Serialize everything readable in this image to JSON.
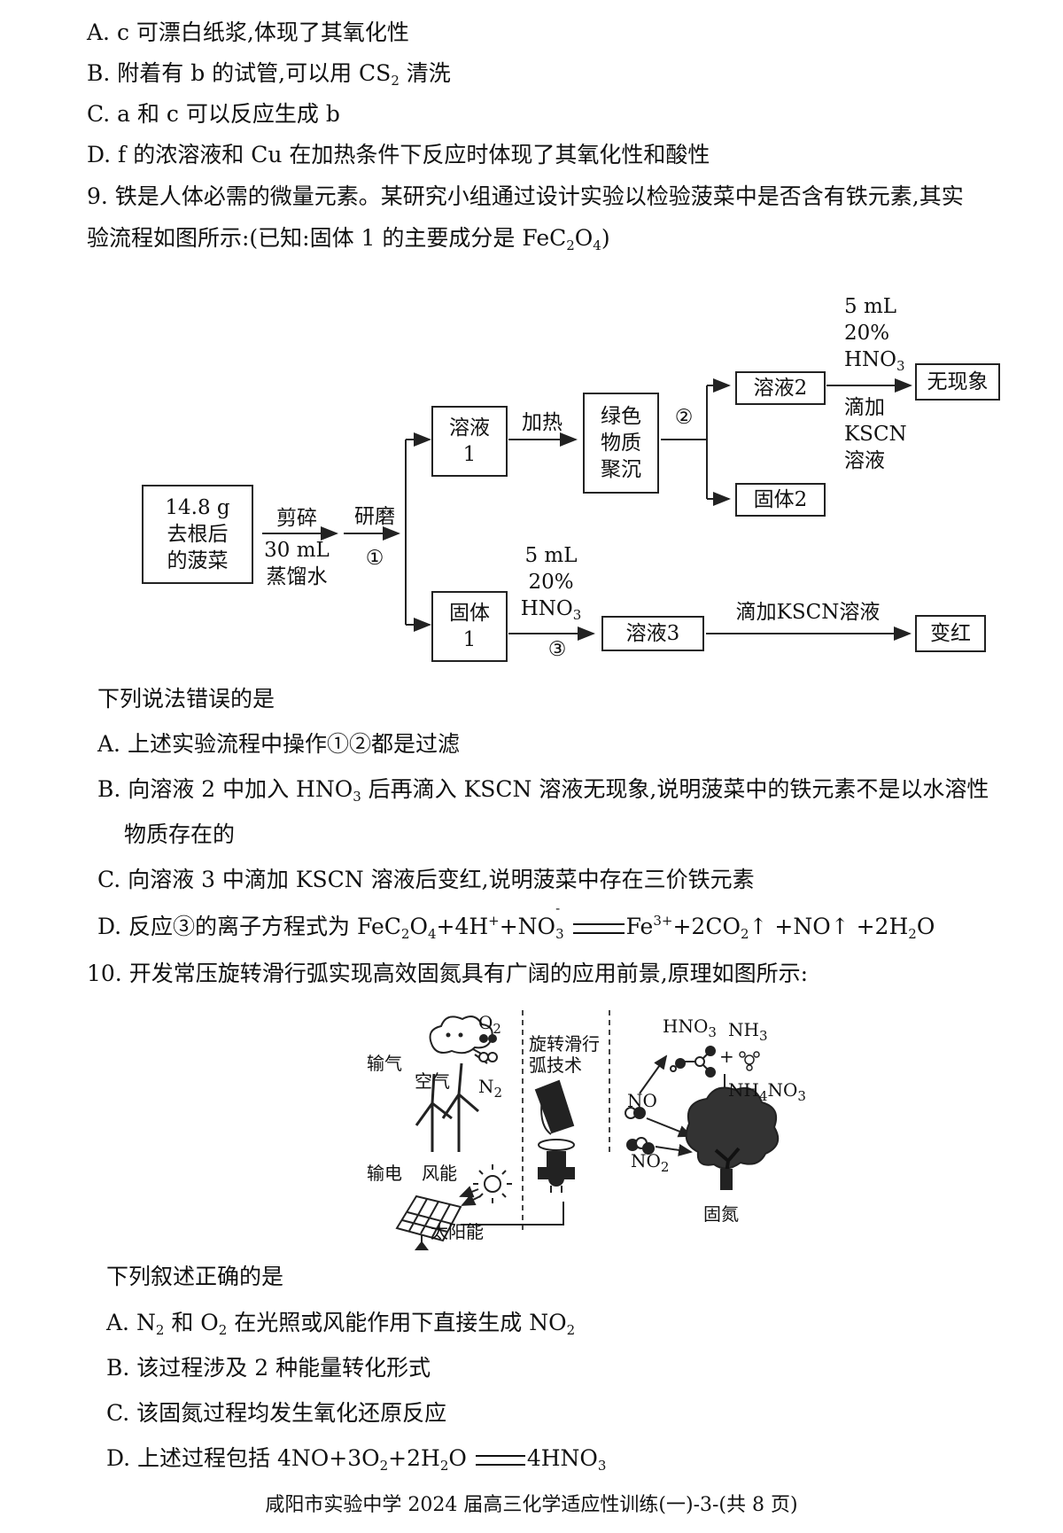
{
  "q8_options": {
    "A": "A. c 可漂白纸浆,体现了其氧化性",
    "B_pre": "B. 附着有 b 的试管,可以用 CS",
    "B_sub": "2",
    "B_post": " 清洗",
    "C": "C. a 和 c 可以反应生成 b",
    "D": "D. f 的浓溶液和 Cu 在加热条件下反应时体现了其氧化性和酸性"
  },
  "q9": {
    "stem_l1": "9. 铁是人体必需的微量元素。某研究小组通过设计实验以检验菠菜中是否含有铁元素,其实",
    "stem_l2_pre": "验流程如图所示:(已知:固体 1 的主要成分是 FeC",
    "stem_l2_s1": "2",
    "stem_l2_mid": "O",
    "stem_l2_s2": "4",
    "stem_l2_post": ")",
    "flow": {
      "start_l1": "14.8 g",
      "start_l2": "去根后",
      "start_l3": "的菠菜",
      "cut": "剪碎",
      "water_l1": "30 mL",
      "water_l2": "蒸馏水",
      "grind": "研磨",
      "step1": "①",
      "sol1_l1": "溶液",
      "sol1_l2": "1",
      "heat": "加热",
      "green_l1": "绿色",
      "green_l2": "物质",
      "green_l3": "聚沉",
      "step2": "②",
      "sol2": "溶液2",
      "solid2": "固体2",
      "hno3_l1": "5 mL",
      "hno3_l2": "20%",
      "hno3_l3": "HNO",
      "hno3_sub": "3",
      "add_l1": "滴加",
      "add_l2": "KSCN",
      "add_l3": "溶液",
      "nochange": "无现象",
      "solid1_l1": "固体",
      "solid1_l2": "1",
      "step3": "③",
      "sol3": "溶液3",
      "add_kscn": "滴加KSCN溶液",
      "red": "变红"
    },
    "prompt": "下列说法错误的是",
    "A": "A. 上述实验流程中操作①②都是过滤",
    "B_l1_pre": "B. 向溶液 2 中加入 HNO",
    "B_l1_sub": "3",
    "B_l1_post": " 后再滴入 KSCN 溶液无现象,说明菠菜中的铁元素不是以水溶性",
    "B_l2": "物质存在的",
    "C": "C. 向溶液 3 中滴加 KSCN 溶液后变红,说明菠菜中存在三价铁元素",
    "D_pre": "D. 反应③的离子方程式为 FeC",
    "D_rest_a": "O",
    "D_rest_b": "+4H",
    "D_rest_c": "+NO",
    "D_rest_d": "Fe",
    "D_rest_e": "+2CO",
    "D_rest_f": "↑ +NO↑ +2H",
    "D_rest_g": "O",
    "sub2": "2",
    "sub3": "3",
    "sub4": "4",
    "sup_plus": "+",
    "sup_minus": "-",
    "sup_3plus": "3+"
  },
  "q10": {
    "stem": "10. 开发常压旋转滑行弧实现高效固氮具有广阔的应用前景,原理如图所示:",
    "diagram": {
      "input_gas": "输气",
      "air": "空气",
      "o2": "O",
      "n2": "N",
      "sub2": "2",
      "sub3": "3",
      "tech_l1": "旋转滑行",
      "tech_l2": "弧技术",
      "hno3": "HNO",
      "nh3": "NH",
      "plus": "+",
      "no": "NO",
      "no2": "NO",
      "nh4no3_a": "NH",
      "nh4no3_b": "4",
      "nh4no3_c": "NO",
      "power": "输电",
      "wind": "风能",
      "solar": "太阳能",
      "fixation": "固氮"
    },
    "prompt": "下列叙述正确的是",
    "A_a": "A. N",
    "A_b": " 和 O",
    "A_c": " 在光照或风能作用下直接生成 NO",
    "B": "B. 该过程涉及 2 种能量转化形式",
    "C": "C. 该固氮过程均发生氧化还原反应",
    "D_a": "D. 上述过程包括 4NO+3O",
    "D_b": "+2H",
    "D_c": "O",
    "D_d": "4HNO",
    "sub2": "2",
    "sub3": "3"
  },
  "footer": "咸阳市实验中学 2024 届高三化学适应性训练(一)-3-(共 8 页)"
}
